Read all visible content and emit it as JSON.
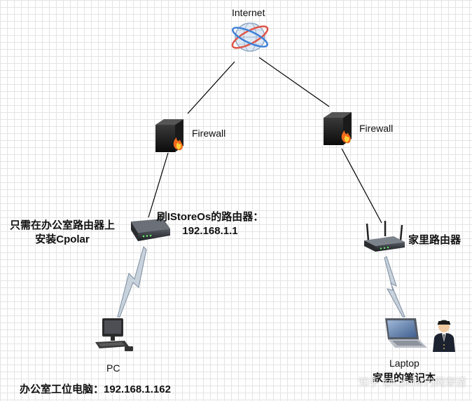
{
  "nodes": {
    "internet": {
      "label": "Internet"
    },
    "firewall_left": {
      "label": "Firewall"
    },
    "firewall_right": {
      "label": "Firewall"
    },
    "office_router": {
      "label_line1": "刷IStoreOs的路由器：",
      "label_line2": "192.168.1.1"
    },
    "office_note": {
      "line1": "只需在办公室路由器上",
      "line2": "安装Cpolar"
    },
    "home_router": {
      "label": "家里路由器"
    },
    "pc": {
      "label": "PC",
      "caption": "办公室工位电脑：192.168.1.162"
    },
    "laptop": {
      "label": "Laptop",
      "caption": "家里的笔记本"
    }
  },
  "watermark": "知乎 @Cpolar内网穿透",
  "colors": {
    "grid": "#e4e4e4",
    "link": "#000000",
    "wireless": "#c8d2dc",
    "wireless_stroke": "#7d8da0"
  }
}
